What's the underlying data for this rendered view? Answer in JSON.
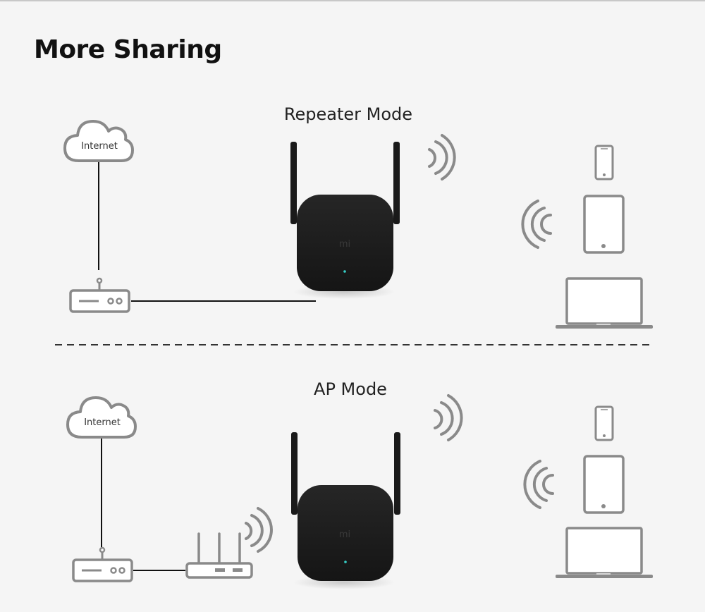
{
  "header": {
    "title": "More Sharing"
  },
  "sections": [
    {
      "title": "Repeater Mode",
      "cloud_label": "Internet",
      "extender_logo": "mi"
    },
    {
      "title": "AP Mode",
      "cloud_label": "Internet",
      "extender_logo": "mi"
    }
  ],
  "icons": [
    "cloud-icon",
    "modem-icon",
    "router-icon",
    "extender-device",
    "wifi-waves-icon",
    "phone-icon",
    "tablet-icon",
    "laptop-icon"
  ],
  "colors": {
    "background": "#f5f5f5",
    "icon_stroke": "#8a8a8a",
    "device_body": "#1d1d1d",
    "line": "#111111",
    "separator": "#333333"
  }
}
